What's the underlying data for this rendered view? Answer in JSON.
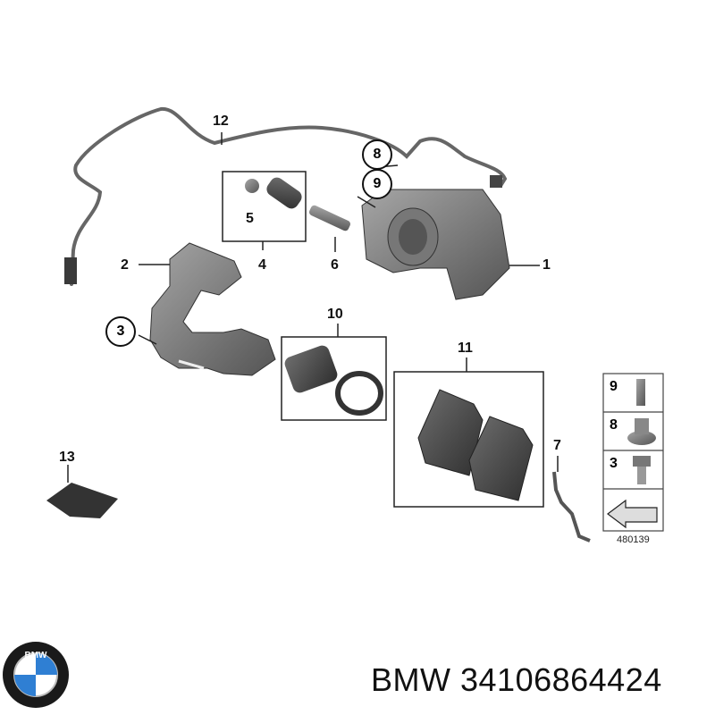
{
  "callouts": {
    "c1": "1",
    "c2": "2",
    "c3": "3",
    "c4": "4",
    "c5": "5",
    "c6": "6",
    "c7": "7",
    "c8": "8",
    "c9": "9",
    "c10": "10",
    "c11": "11",
    "c12": "12",
    "c13": "13"
  },
  "legend": {
    "n9": "9",
    "n8": "8",
    "n3": "3"
  },
  "diagram_number": "480139",
  "caption": {
    "brand": "BMW",
    "part_number": "34106864424"
  },
  "logo": {
    "letters": "BMW"
  },
  "colors": {
    "part_fill": "#7d7d7d",
    "part_dark": "#4a4a4a",
    "line": "#222222"
  }
}
